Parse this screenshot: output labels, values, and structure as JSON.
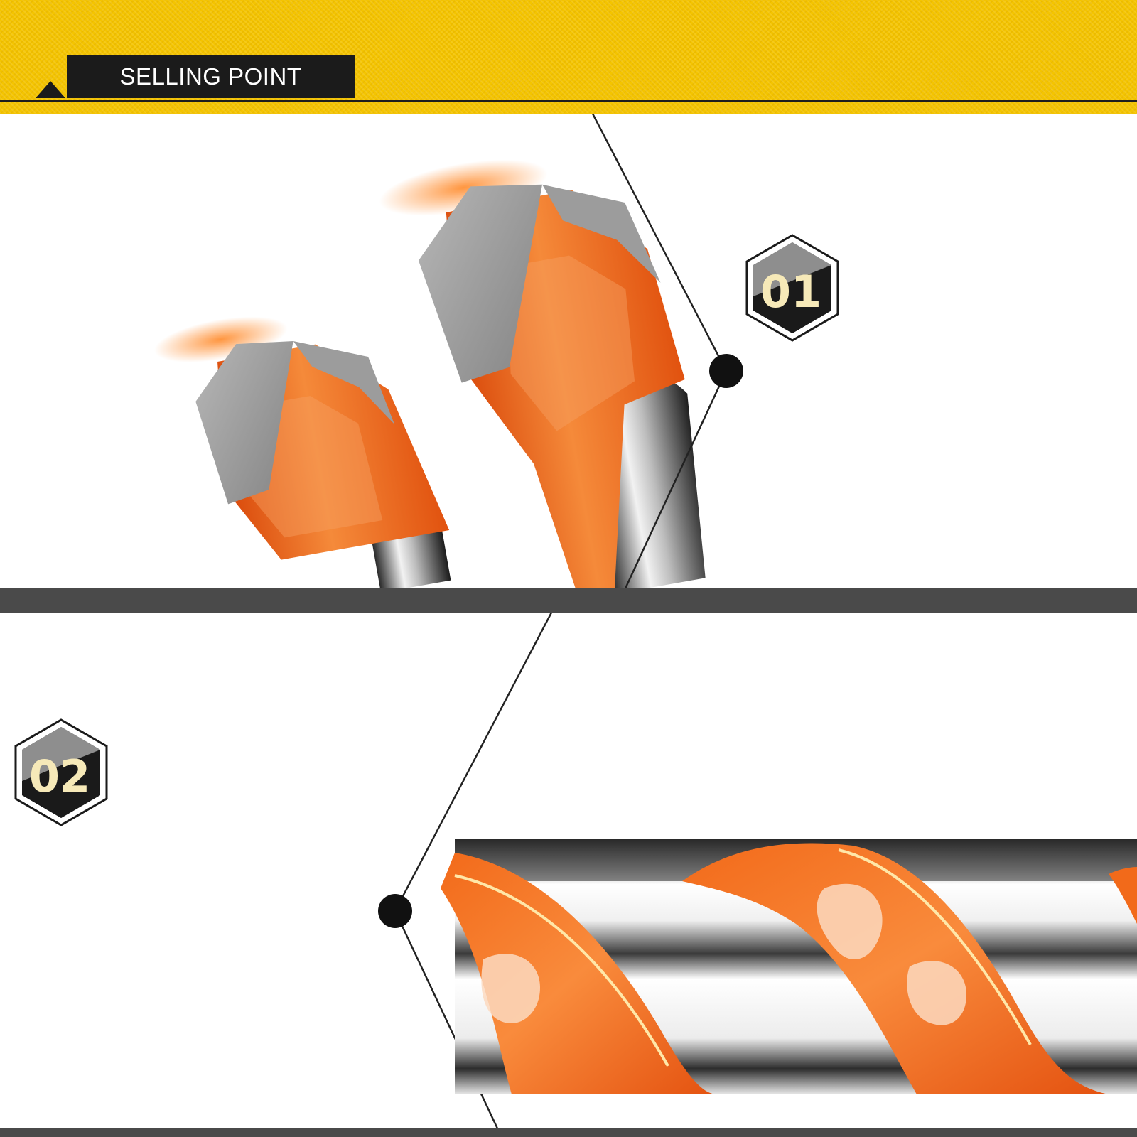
{
  "header": {
    "tag_label": "SELLING POINT"
  },
  "badges": [
    {
      "label": "01"
    },
    {
      "label": "02"
    }
  ],
  "colors": {
    "header_yellow": "#f4c400",
    "band_dark": "#4a4a4a",
    "bit_orange": "#e8570f",
    "bit_orange_light": "#f7812c",
    "carbide_gray": "#9a9a9a",
    "badge_text": "#f6e9b8"
  }
}
